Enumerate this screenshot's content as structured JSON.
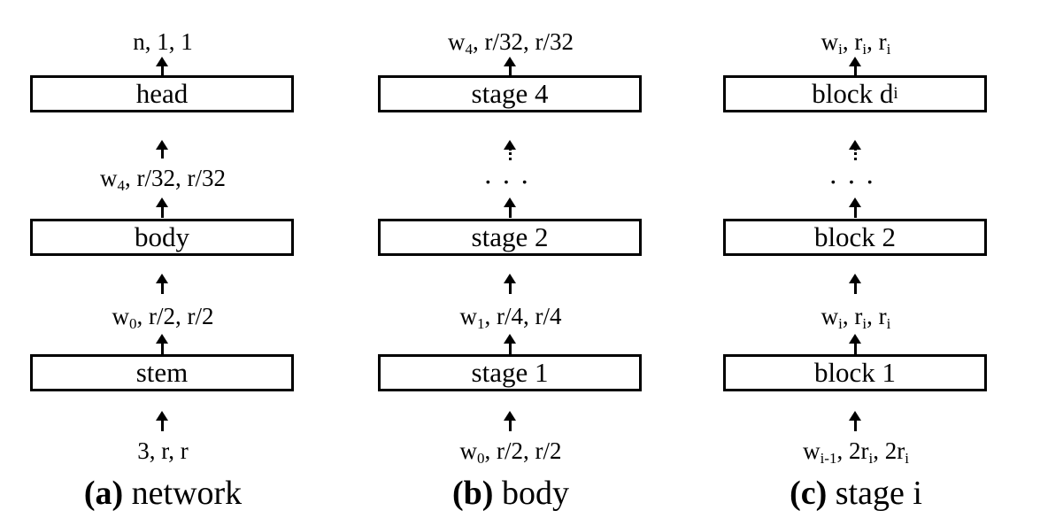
{
  "columns": [
    {
      "caption_tag": "(a)",
      "caption_text": " network",
      "boxes": [
        {
          "label": "head",
          "sub": ""
        },
        {
          "label": "body",
          "sub": ""
        },
        {
          "label": "stem",
          "sub": ""
        }
      ],
      "labels": [
        {
          "parts": [
            "n, 1, 1"
          ]
        },
        {
          "parts": [
            "w",
            "4",
            ", r/32, r/32"
          ]
        },
        {
          "parts": [
            "w",
            "0",
            ", r/2, r/2"
          ]
        },
        {
          "parts": [
            "3, r, r"
          ]
        }
      ],
      "ellipsis": ""
    },
    {
      "caption_tag": "(b)",
      "caption_text": " body",
      "boxes": [
        {
          "label": "stage 4",
          "sub": ""
        },
        {
          "label": "stage 2",
          "sub": ""
        },
        {
          "label": "stage 1",
          "sub": ""
        }
      ],
      "labels": [
        {
          "parts": [
            "w",
            "4",
            ", r/32, r/32"
          ]
        },
        {
          "parts": [
            "w",
            "1",
            ", r/4, r/4"
          ]
        },
        {
          "parts": [
            "w",
            "0",
            ", r/2, r/2"
          ]
        }
      ],
      "ellipsis": "···"
    },
    {
      "caption_tag": "(c)",
      "caption_text": " stage i",
      "boxes": [
        {
          "label": "block d",
          "sub": "i"
        },
        {
          "label": "block 2",
          "sub": ""
        },
        {
          "label": "block 1",
          "sub": ""
        }
      ],
      "labels": [
        {
          "parts": [
            "w",
            "i",
            ", r",
            "i",
            ", r",
            "i"
          ]
        },
        {
          "parts": [
            "w",
            "i",
            ", r",
            "i",
            ", r",
            "i"
          ]
        },
        {
          "parts": [
            "w",
            "i-1",
            ", 2r",
            "i",
            ", 2r",
            "i"
          ]
        }
      ],
      "ellipsis": "···"
    }
  ]
}
